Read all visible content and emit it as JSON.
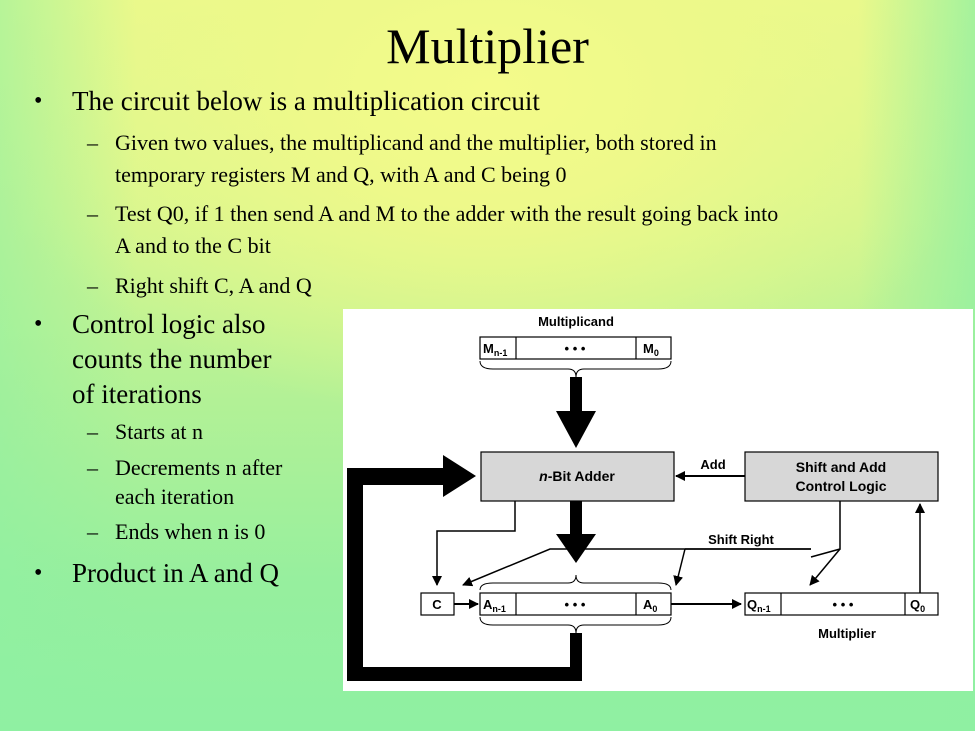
{
  "slide": {
    "title": "Multiplier",
    "bullets": [
      {
        "text": "The circuit below is a multiplication circuit",
        "subs": [
          {
            "line1": "Given two values, the multiplicand and the multiplier, both stored in",
            "line2": "temporary registers M and Q, with A and C being 0"
          },
          {
            "line1": "Test Q0, if 1 then send A and M to the adder with the result going back into",
            "line2": "A and to the C bit"
          },
          {
            "line1": "Right shift C, A and Q",
            "line2": ""
          }
        ]
      },
      {
        "line1": "Control logic also",
        "line2": "counts the number",
        "line3": "of iterations",
        "subs": [
          {
            "line1": "Starts at n",
            "line2": ""
          },
          {
            "line1": "Decrements n after",
            "line2": "each iteration"
          },
          {
            "line1": "Ends when n is 0",
            "line2": ""
          }
        ]
      },
      {
        "text": "Product in A and Q"
      }
    ]
  },
  "diagram": {
    "multiplicand_label": "Multiplicand",
    "m_high": "M",
    "m_high_sub": "n-1",
    "m_low": "M",
    "m_low_sub": "0",
    "ellipsis": "•    •    •",
    "adder_prefix": "n",
    "adder_rest": "-Bit Adder",
    "control_line1": "Shift and Add",
    "control_line2": "Control Logic",
    "add_label": "Add",
    "shift_right_label": "Shift Right",
    "c_label": "C",
    "a_high": "A",
    "a_high_sub": "n-1",
    "a_low": "A",
    "a_low_sub": "0",
    "q_high": "Q",
    "q_high_sub": "n-1",
    "q_low": "Q",
    "q_low_sub": "0",
    "multiplier_label": "Multiplier"
  }
}
